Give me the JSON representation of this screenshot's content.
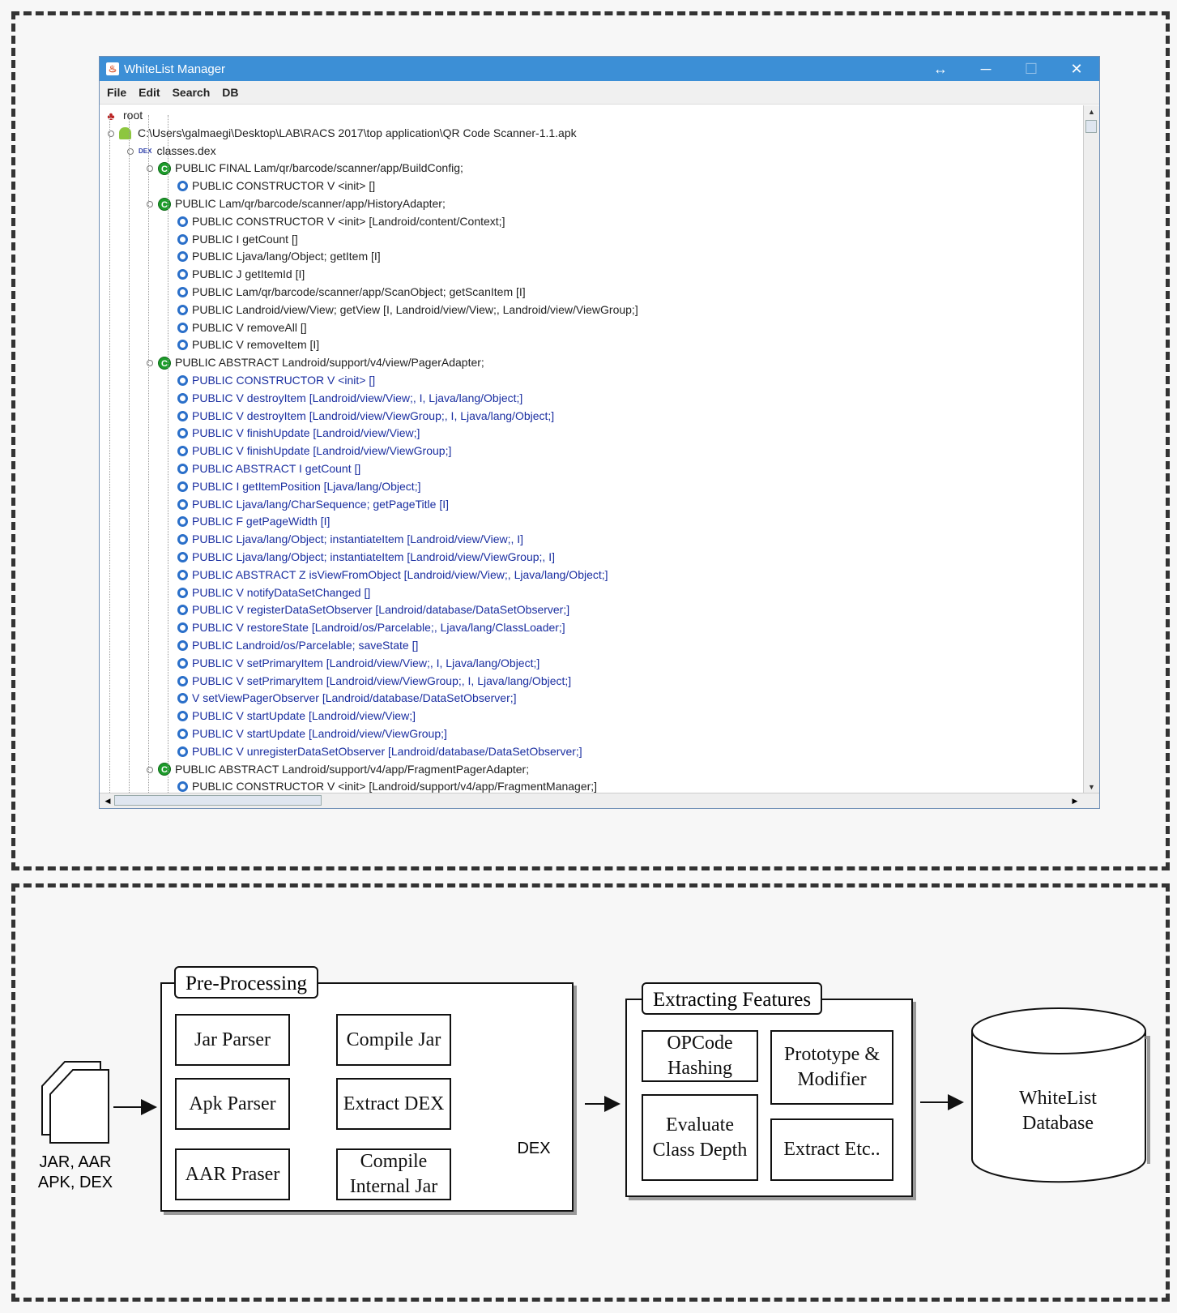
{
  "window": {
    "title": "WhiteList Manager",
    "controls": {
      "restore": "↔",
      "minimize": "─",
      "maximize": "☐",
      "close": "✕"
    }
  },
  "menu": [
    "File",
    "Edit",
    "Search",
    "DB"
  ],
  "tree": [
    {
      "level": 0,
      "icon": "root",
      "text": "root",
      "blue": false
    },
    {
      "level": 1,
      "icon": "android",
      "text": "C:\\Users\\galmaegi\\Desktop\\LAB\\RACS 2017\\top application\\QR Code Scanner-1.1.apk",
      "blue": false
    },
    {
      "level": 2,
      "icon": "dex",
      "text": "classes.dex",
      "blue": false
    },
    {
      "level": 3,
      "icon": "class",
      "text": "PUBLIC FINAL Lam/qr/barcode/scanner/app/BuildConfig;",
      "blue": false
    },
    {
      "level": 4,
      "icon": "method",
      "text": "PUBLIC CONSTRUCTOR V <init> []",
      "blue": false
    },
    {
      "level": 3,
      "icon": "class",
      "text": "PUBLIC Lam/qr/barcode/scanner/app/HistoryAdapter;",
      "blue": false
    },
    {
      "level": 4,
      "icon": "method",
      "text": "PUBLIC CONSTRUCTOR V <init> [Landroid/content/Context;]",
      "blue": false
    },
    {
      "level": 4,
      "icon": "method",
      "text": "PUBLIC I getCount []",
      "blue": false
    },
    {
      "level": 4,
      "icon": "method",
      "text": "PUBLIC Ljava/lang/Object; getItem [I]",
      "blue": false
    },
    {
      "level": 4,
      "icon": "method",
      "text": "PUBLIC J getItemId [I]",
      "blue": false
    },
    {
      "level": 4,
      "icon": "method",
      "text": "PUBLIC Lam/qr/barcode/scanner/app/ScanObject; getScanItem [I]",
      "blue": false
    },
    {
      "level": 4,
      "icon": "method",
      "text": "PUBLIC Landroid/view/View; getView [I, Landroid/view/View;, Landroid/view/ViewGroup;]",
      "blue": false
    },
    {
      "level": 4,
      "icon": "method",
      "text": "PUBLIC V removeAll []",
      "blue": false
    },
    {
      "level": 4,
      "icon": "method",
      "text": "PUBLIC V removeItem [I]",
      "blue": false
    },
    {
      "level": 3,
      "icon": "class",
      "text": "PUBLIC ABSTRACT Landroid/support/v4/view/PagerAdapter;",
      "blue": false
    },
    {
      "level": 4,
      "icon": "method",
      "text": "PUBLIC CONSTRUCTOR V <init> []",
      "blue": true
    },
    {
      "level": 4,
      "icon": "method",
      "text": "PUBLIC V destroyItem [Landroid/view/View;, I, Ljava/lang/Object;]",
      "blue": true
    },
    {
      "level": 4,
      "icon": "method",
      "text": "PUBLIC V destroyItem [Landroid/view/ViewGroup;, I, Ljava/lang/Object;]",
      "blue": true
    },
    {
      "level": 4,
      "icon": "method",
      "text": "PUBLIC V finishUpdate [Landroid/view/View;]",
      "blue": true
    },
    {
      "level": 4,
      "icon": "method",
      "text": "PUBLIC V finishUpdate [Landroid/view/ViewGroup;]",
      "blue": true
    },
    {
      "level": 4,
      "icon": "method",
      "text": "PUBLIC ABSTRACT I getCount []",
      "blue": true
    },
    {
      "level": 4,
      "icon": "method",
      "text": "PUBLIC I getItemPosition [Ljava/lang/Object;]",
      "blue": true
    },
    {
      "level": 4,
      "icon": "method",
      "text": "PUBLIC Ljava/lang/CharSequence; getPageTitle [I]",
      "blue": true
    },
    {
      "level": 4,
      "icon": "method",
      "text": "PUBLIC F getPageWidth [I]",
      "blue": true
    },
    {
      "level": 4,
      "icon": "method",
      "text": "PUBLIC Ljava/lang/Object; instantiateItem [Landroid/view/View;, I]",
      "blue": true
    },
    {
      "level": 4,
      "icon": "method",
      "text": "PUBLIC Ljava/lang/Object; instantiateItem [Landroid/view/ViewGroup;, I]",
      "blue": true
    },
    {
      "level": 4,
      "icon": "method",
      "text": "PUBLIC ABSTRACT Z isViewFromObject [Landroid/view/View;, Ljava/lang/Object;]",
      "blue": true
    },
    {
      "level": 4,
      "icon": "method",
      "text": "PUBLIC V notifyDataSetChanged []",
      "blue": true
    },
    {
      "level": 4,
      "icon": "method",
      "text": "PUBLIC V registerDataSetObserver [Landroid/database/DataSetObserver;]",
      "blue": true
    },
    {
      "level": 4,
      "icon": "method",
      "text": "PUBLIC V restoreState [Landroid/os/Parcelable;, Ljava/lang/ClassLoader;]",
      "blue": true
    },
    {
      "level": 4,
      "icon": "method",
      "text": "PUBLIC Landroid/os/Parcelable; saveState []",
      "blue": true
    },
    {
      "level": 4,
      "icon": "method",
      "text": "PUBLIC V setPrimaryItem [Landroid/view/View;, I, Ljava/lang/Object;]",
      "blue": true
    },
    {
      "level": 4,
      "icon": "method",
      "text": "PUBLIC V setPrimaryItem [Landroid/view/ViewGroup;, I, Ljava/lang/Object;]",
      "blue": true
    },
    {
      "level": 4,
      "icon": "method",
      "text": "V setViewPagerObserver [Landroid/database/DataSetObserver;]",
      "blue": true
    },
    {
      "level": 4,
      "icon": "method",
      "text": "PUBLIC V startUpdate [Landroid/view/View;]",
      "blue": true
    },
    {
      "level": 4,
      "icon": "method",
      "text": "PUBLIC V startUpdate [Landroid/view/ViewGroup;]",
      "blue": true
    },
    {
      "level": 4,
      "icon": "method",
      "text": "PUBLIC V unregisterDataSetObserver [Landroid/database/DataSetObserver;]",
      "blue": true
    },
    {
      "level": 3,
      "icon": "class",
      "text": "PUBLIC ABSTRACT Landroid/support/v4/app/FragmentPagerAdapter;",
      "blue": false
    },
    {
      "level": 4,
      "icon": "method",
      "text": "PUBLIC CONSTRUCTOR V <init> [Landroid/support/v4/app/FragmentManager;]",
      "blue": false
    }
  ],
  "diagram": {
    "input_label_line1": "JAR, AAR",
    "input_label_line2": "APK, DEX",
    "preprocessing_title": "Pre-Processing",
    "jar_parser": "Jar Parser",
    "apk_parser": "Apk Parser",
    "aar_parser": "AAR Praser",
    "compile_jar": "Compile Jar",
    "extract_dex": "Extract DEX",
    "compile_internal_jar": "Compile Internal Jar",
    "dex_label": "DEX",
    "features_title": "Extracting Features",
    "opcode_hashing": "OPCode Hashing",
    "prototype_modifier": "Prototype & Modifier",
    "evaluate_class_depth": "Evaluate Class Depth",
    "extract_etc": "Extract Etc..",
    "database": "WhiteList Database"
  }
}
